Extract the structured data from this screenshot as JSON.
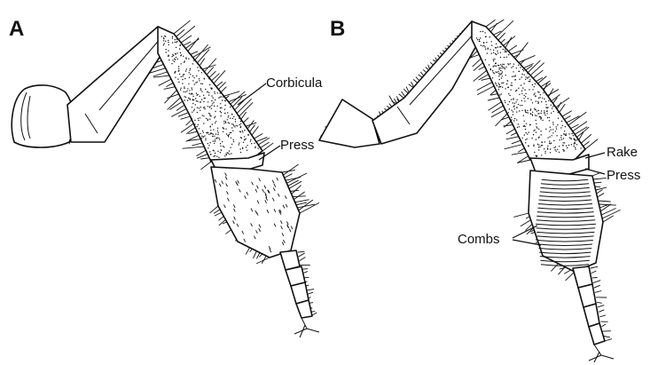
{
  "panels": [
    {
      "letter": "A",
      "labels": {
        "corbicula": "Corbicula",
        "press": "Press"
      }
    },
    {
      "letter": "B",
      "labels": {
        "rake": "Rake",
        "press": "Press",
        "combs": "Combs"
      }
    }
  ],
  "colors": {
    "ink": "#111111",
    "background": "#ffffff"
  }
}
